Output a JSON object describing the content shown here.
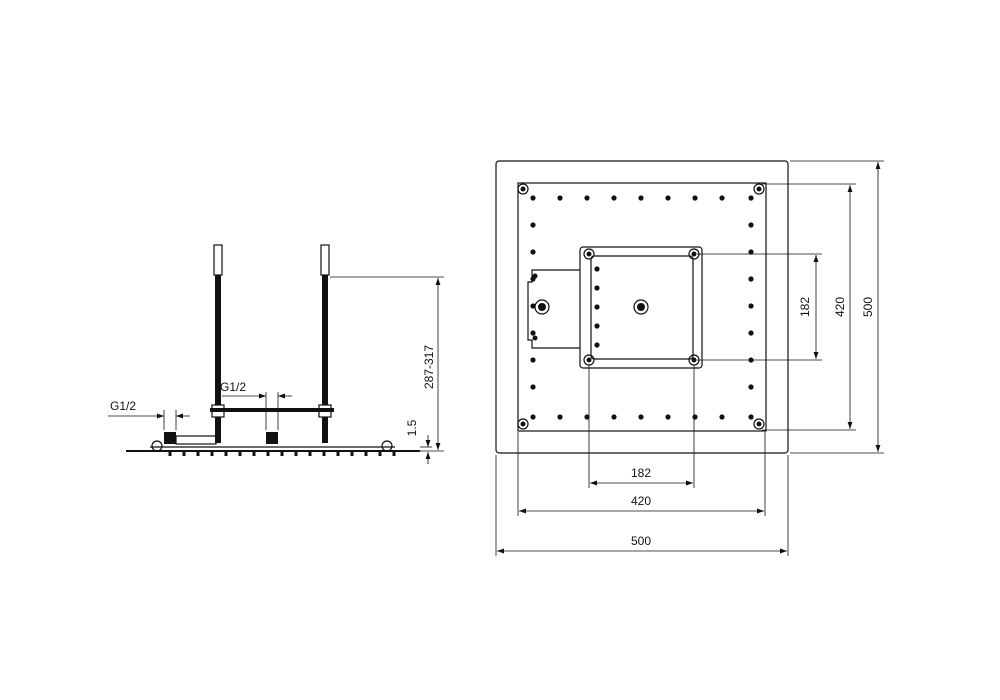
{
  "side_view": {
    "inlet_left_label": "G1/2",
    "inlet_mid_label": "G1/2",
    "height_range_label": "287-317",
    "plate_thickness_label": "1.5"
  },
  "top_view": {
    "inner_square_v_label": "182",
    "mounting_v_label": "420",
    "overall_v_label": "500",
    "inner_square_h_label": "182",
    "mounting_h_label": "420",
    "overall_h_label": "500"
  }
}
